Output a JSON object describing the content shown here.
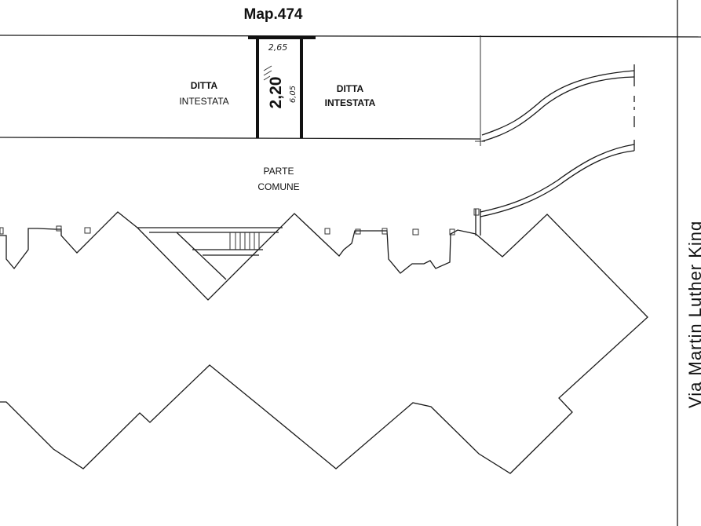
{
  "map_title": "Map.474",
  "street_name": "Via Martin Luther King",
  "left_unit": {
    "line1": "DITTA",
    "line2": "INTESTATA"
  },
  "right_unit": {
    "line1": "DITTA",
    "line2": "INTESTATA"
  },
  "common_area": {
    "line1": "PARTE",
    "line2": "COMUNE"
  },
  "dimensions": {
    "width_top": "2,65",
    "width_main": "2,20",
    "side_note": "6,05"
  }
}
